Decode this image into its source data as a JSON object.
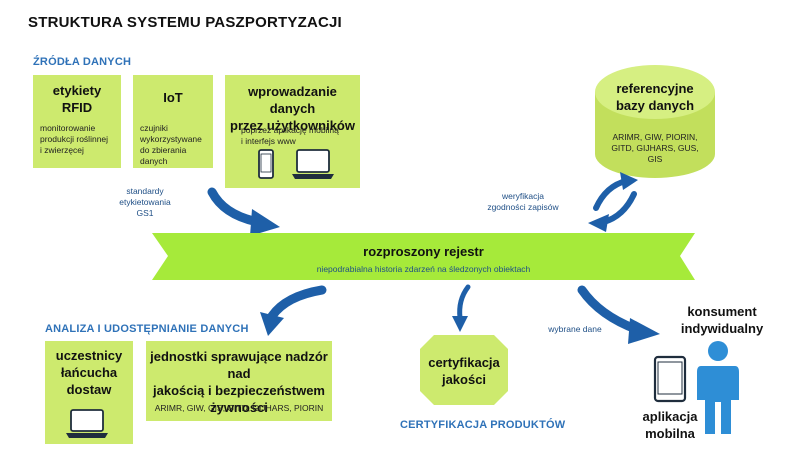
{
  "title": "STRUKTURA SYSTEMU PASZPORTYZACJI",
  "sources": {
    "heading": "ŹRÓDŁA DANYCH",
    "rfid": {
      "title": "etykiety\nRFID",
      "desc": "monitorowanie\nprodukcji roślinnej\ni zwierzęcej"
    },
    "iot": {
      "title": "IoT",
      "desc": "czujniki\nwykorzystywane\ndo zbierania\ndanych"
    },
    "users": {
      "title": "wprowadzanie danych\nprzez użytkowników",
      "desc": "poprzez aplikację mobilną\ni interfejs www"
    }
  },
  "reference_db": {
    "title": "referencyjne\nbazy danych",
    "list": "ARIMR, GIW, PIORIN,\nGITD, GIJHARS, GUS,\nGIS"
  },
  "labels": {
    "gs1": "standardy\netykietowania\nGS1",
    "verification": "weryfikacja\nzgodności zapisów",
    "selected_data": "wybrane dane"
  },
  "registry": {
    "title": "rozproszony rejestr",
    "subtitle": "niepodrabialna historia zdarzeń na śledzonych obiektach"
  },
  "analysis": {
    "heading": "ANALIZA I UDOSTĘPNIANIE DANYCH",
    "supply_chain": "uczestnicy\nłańcucha\ndostaw",
    "supervision": {
      "title": "jednostki sprawujące nadzór nad\njakością i bezpieczeństwem\nżywności",
      "list": "ARIMR, GIW, GIS, GITD, GIJHARS, PIORIN"
    }
  },
  "certification": {
    "box": "certyfikacja\njakości",
    "heading": "CERTYFIKACJA PRODUKTÓW"
  },
  "consumer": {
    "title": "konsument\nindywidualny",
    "app": "aplikacja\nmobilna"
  },
  "colors": {
    "green": "#cdea6e",
    "blue": "#2f72b8",
    "dark_blue": "#1f4f86"
  }
}
